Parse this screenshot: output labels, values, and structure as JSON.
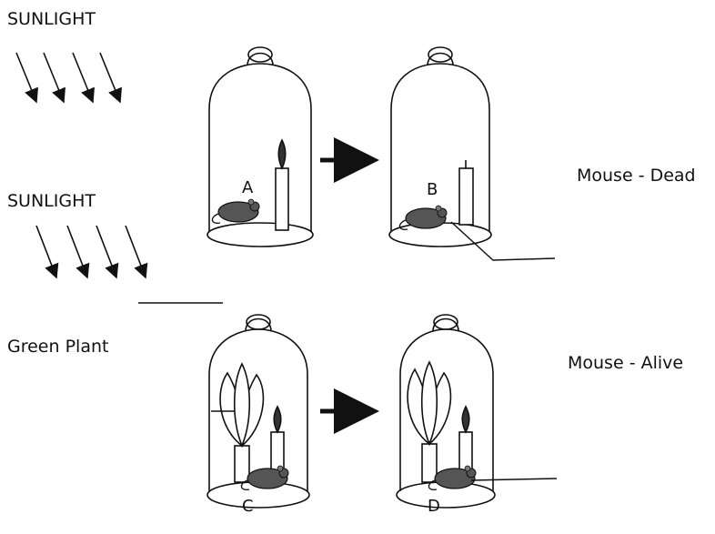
{
  "labels": {
    "sunlight_top": "SUNLIGHT",
    "sunlight_middle": "SUNLIGHT",
    "green_plant": "Green Plant",
    "mouse_dead": "Mouse - Dead",
    "mouse_alive": "Mouse - Alive"
  },
  "jars": {
    "a": "A",
    "b": "B",
    "c": "C",
    "d": "D"
  },
  "colors": {
    "ink": "#111111",
    "mouse": "#555555",
    "flame": "#333333"
  }
}
